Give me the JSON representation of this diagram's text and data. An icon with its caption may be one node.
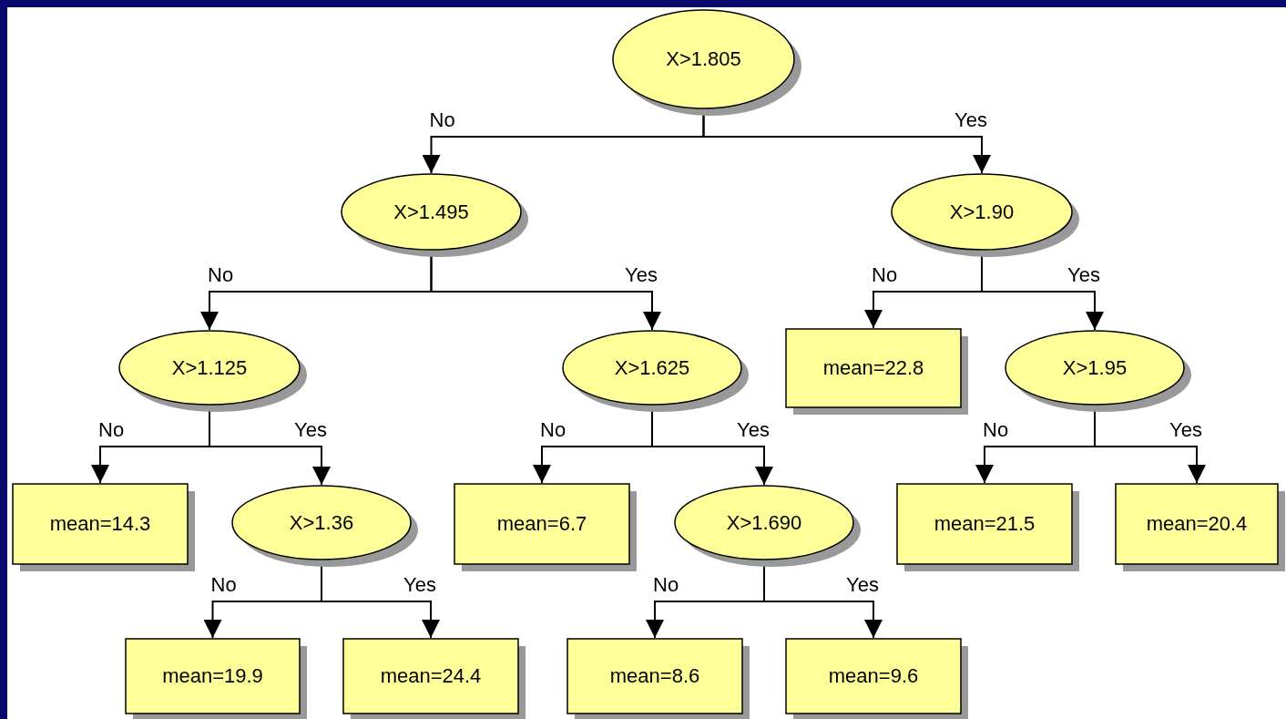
{
  "diagram": {
    "nodes": [
      {
        "text": [
          "X>1.805"
        ]
      },
      {
        "text": [
          "X>1.495"
        ]
      },
      {
        "text": [
          "X>1.90"
        ]
      },
      {
        "text": [
          "X>1.125"
        ]
      },
      {
        "text": [
          "X>1.625"
        ]
      },
      {
        "text": [
          "mean=22.8"
        ]
      },
      {
        "text": [
          "X>1.95"
        ]
      },
      {
        "text": [
          "mean=14.3"
        ]
      },
      {
        "text": [
          "X>1.36"
        ]
      },
      {
        "text": [
          "mean=6.7"
        ]
      },
      {
        "text": [
          "X>1.690"
        ]
      },
      {
        "text": [
          "mean=21.5"
        ]
      },
      {
        "text": [
          "mean=20.4"
        ]
      },
      {
        "text": [
          "mean=19.9"
        ]
      },
      {
        "text": [
          "mean=24.4"
        ]
      },
      {
        "text": [
          "mean=8.6"
        ]
      },
      {
        "text": [
          "mean=9.6"
        ]
      }
    ],
    "edges": [
      {
        "from": 0,
        "to": 1,
        "arrow": "to",
        "label": "No"
      },
      {
        "from": 0,
        "to": 2,
        "arrow": "to",
        "label": "Yes"
      },
      {
        "from": 1,
        "to": 3,
        "arrow": "to",
        "label": "No"
      },
      {
        "from": 1,
        "to": 4,
        "arrow": "to",
        "label": "Yes"
      },
      {
        "from": 2,
        "to": 5,
        "arrow": "to",
        "label": "No"
      },
      {
        "from": 2,
        "to": 6,
        "arrow": "to",
        "label": "Yes"
      },
      {
        "from": 3,
        "to": 7,
        "arrow": "to",
        "label": "No"
      },
      {
        "from": 3,
        "to": 8,
        "arrow": "to",
        "label": "Yes"
      },
      {
        "from": 4,
        "to": 9,
        "arrow": "to",
        "label": "No"
      },
      {
        "from": 4,
        "to": 10,
        "arrow": "to",
        "label": "Yes"
      },
      {
        "from": 6,
        "to": 11,
        "arrow": "to",
        "label": "No"
      },
      {
        "from": 6,
        "to": 12,
        "arrow": "to",
        "label": "Yes"
      },
      {
        "from": 8,
        "to": 13,
        "arrow": "to",
        "label": "No"
      },
      {
        "from": 8,
        "to": 14,
        "arrow": "to",
        "label": "Yes"
      },
      {
        "from": 10,
        "to": 15,
        "arrow": "to",
        "label": "No"
      },
      {
        "from": 10,
        "to": 16,
        "arrow": "to",
        "label": "Yes"
      }
    ]
  }
}
